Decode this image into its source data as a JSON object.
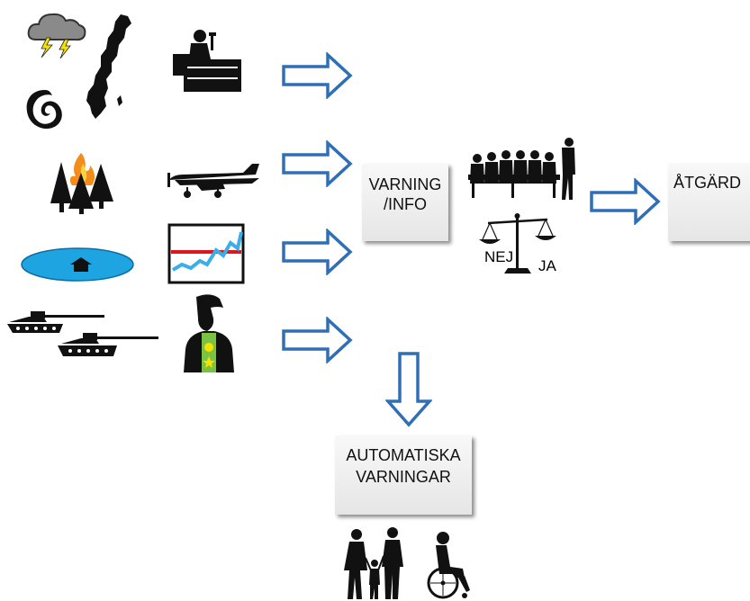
{
  "colors": {
    "arrow_stroke": "#2f6fb5",
    "lake_fill": "#1ea4e0",
    "chart_line_red": "#e0161d",
    "chart_line_blue": "#3aaee6",
    "uniform_green": "#7cc242",
    "emblem_yellow": "#f6e200",
    "fire_orange": "#f28c1c",
    "box_fill": "#efefef"
  },
  "icons": {
    "row1": [
      "storm-cloud-icon",
      "cyclone-icon",
      "sweden-map-icon",
      "desk-operator-icon"
    ],
    "row2": [
      "forest-fire-icon",
      "airplane-icon"
    ],
    "row3": [
      "flooded-house-icon",
      "monitoring-chart-icon"
    ],
    "row4": [
      "tank-icon",
      "military-officer-icon"
    ],
    "middle": [
      "meeting-group-icon",
      "scales-icon"
    ],
    "bottom": [
      "family-icon",
      "wheelchair-user-icon"
    ]
  },
  "boxes": {
    "warning": {
      "line1": "VARNING",
      "line2": "/INFO"
    },
    "action": {
      "label": "ÅTGÄRD"
    },
    "automatic": {
      "line1": "AUTOMATISKA",
      "line2": "VARNINGAR"
    }
  },
  "scales": {
    "left_label": "NEJ",
    "right_label": "JA"
  }
}
